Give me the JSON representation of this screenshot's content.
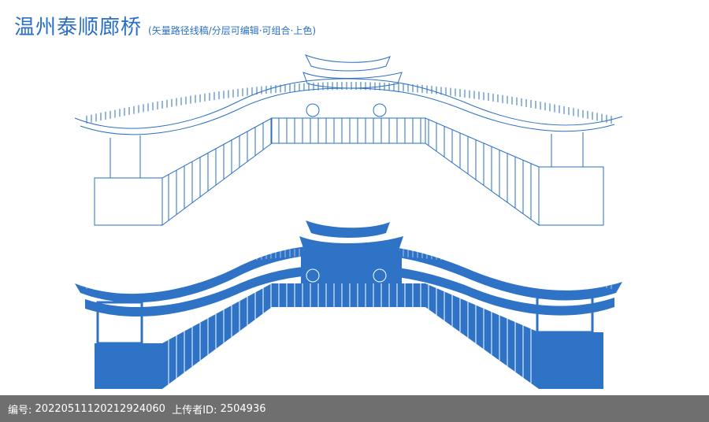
{
  "header": {
    "title": "温州泰顺廊桥",
    "subtitle": "(矢量路径线稿/分层可编辑·可组合·上色)"
  },
  "footer": {
    "id_label": "编号:",
    "id_value": "20220511120212924060",
    "uploader_label": "上传者ID:",
    "uploader_value": "2504936"
  },
  "colors": {
    "accent": "#2a6fc4",
    "fill": "#2e73c6",
    "background": "#ffffff"
  }
}
